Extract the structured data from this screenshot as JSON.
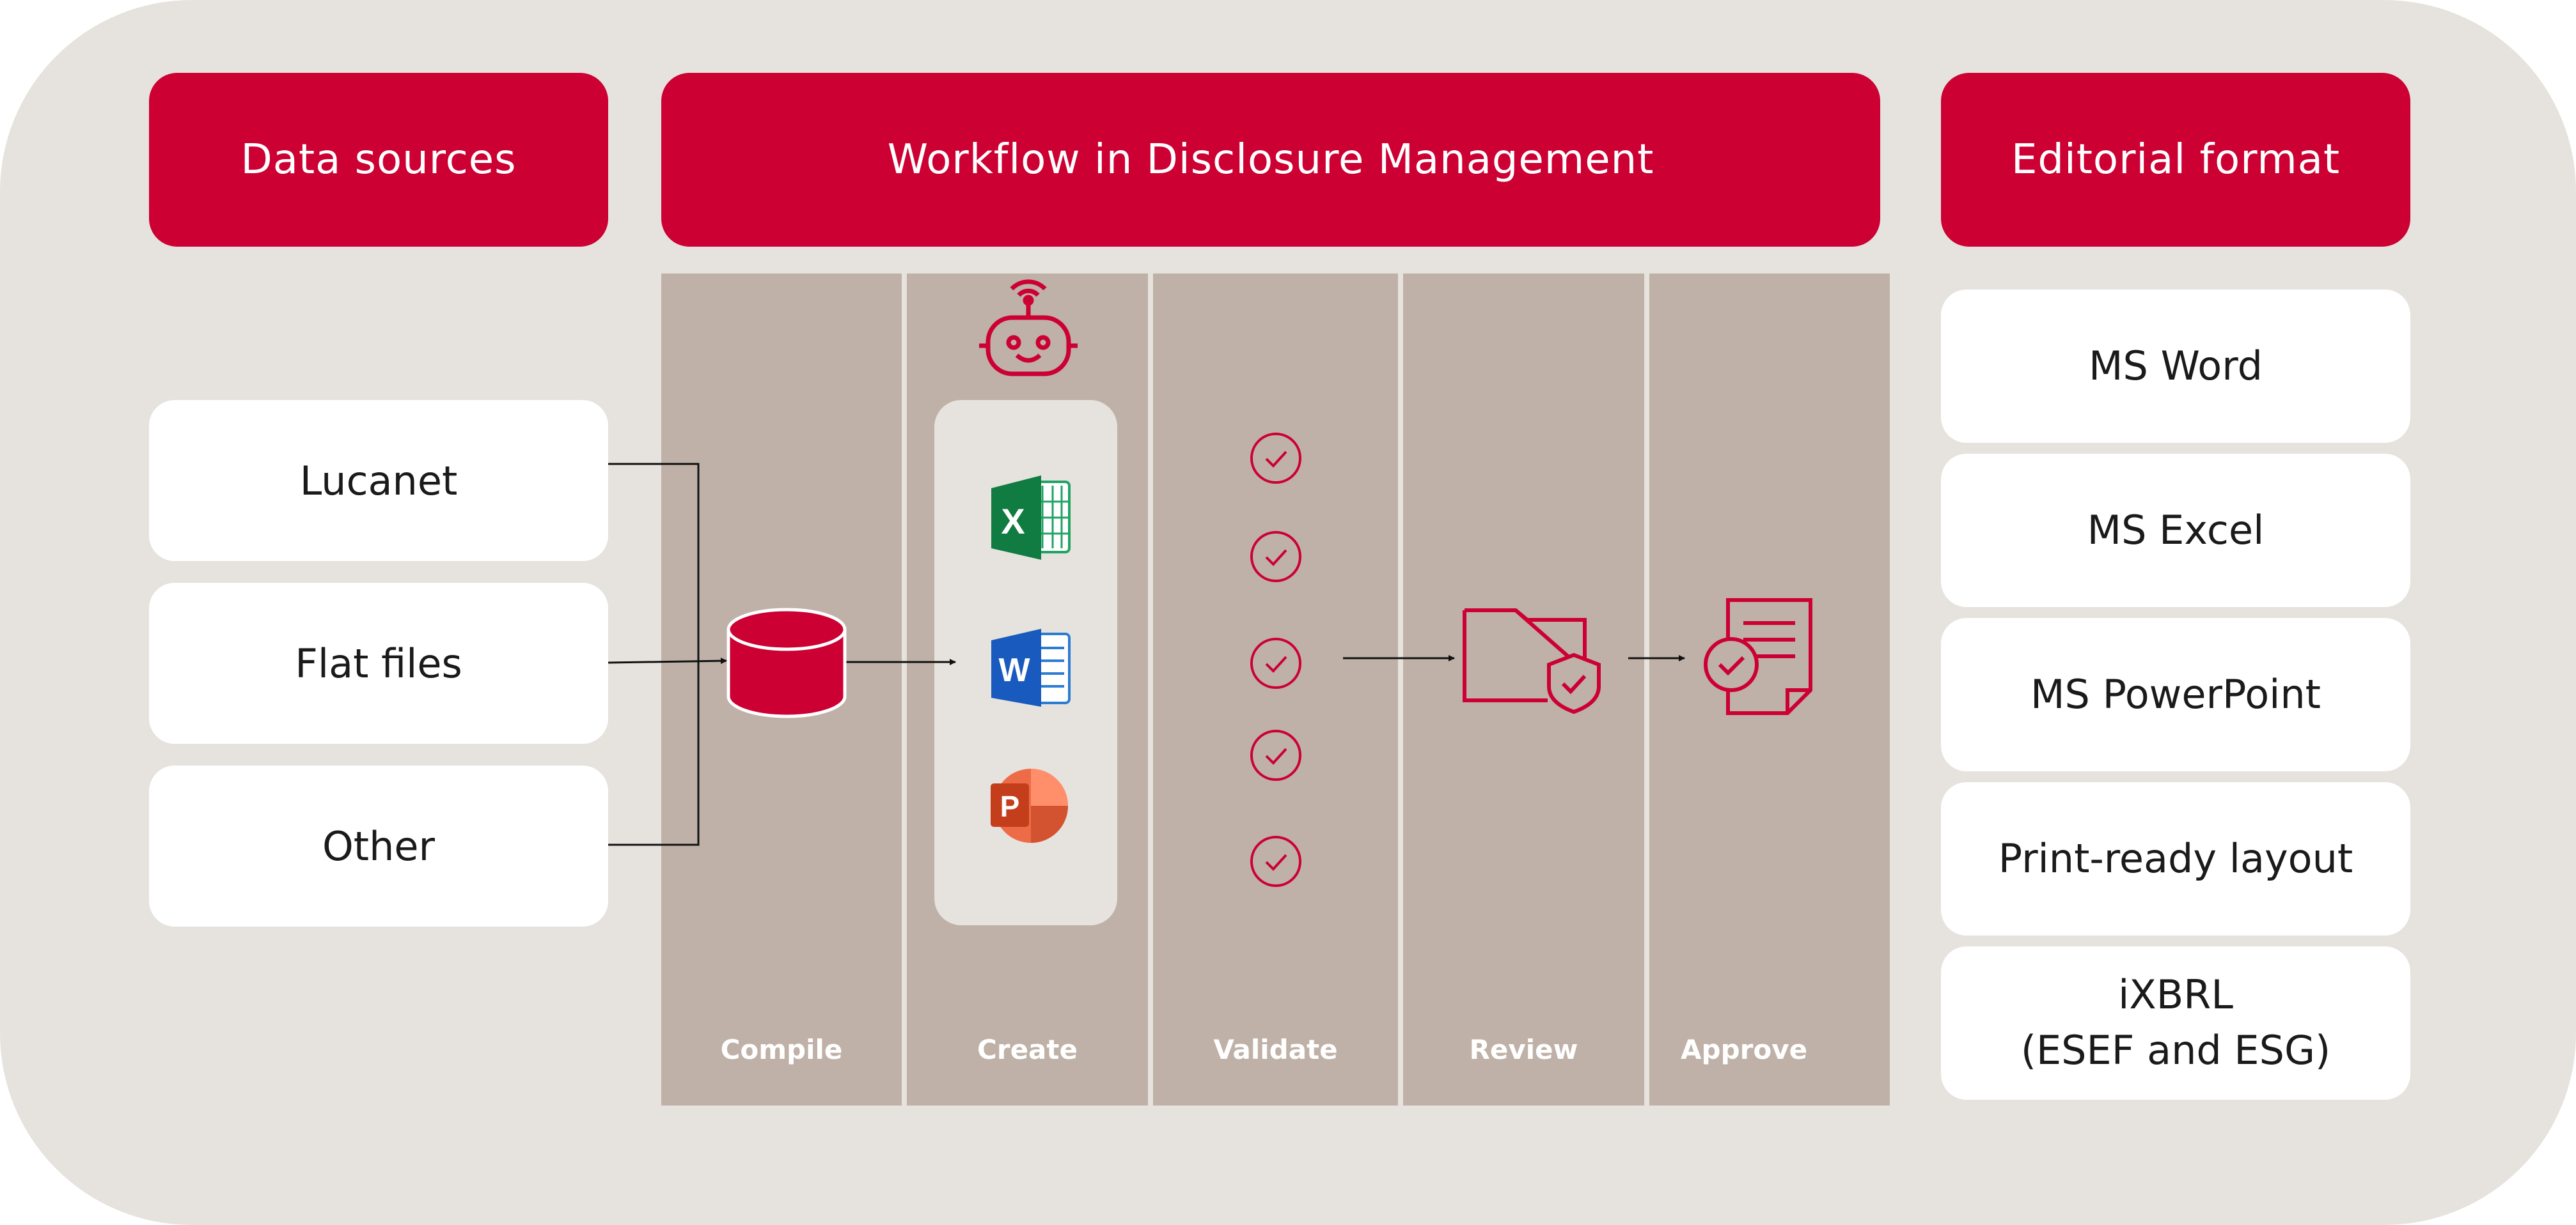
{
  "headers": {
    "data_sources": "Data sources",
    "workflow": "Workflow in Disclosure Management",
    "editorial_format": "Editorial format"
  },
  "sources": [
    {
      "label": "Lucanet",
      "icon": "lucanet-logo-icon"
    },
    {
      "label": "Flat files"
    },
    {
      "label": "Other"
    }
  ],
  "stages": [
    "Compile",
    "Create",
    "Validate",
    "Review",
    "Approve"
  ],
  "create_apps": [
    "excel-icon",
    "word-icon",
    "powerpoint-icon"
  ],
  "create_app_letters": {
    "excel": "X",
    "word": "W",
    "powerpoint": "P"
  },
  "formats": [
    "MS Word",
    "MS Excel",
    "MS PowerPoint",
    "Print-ready layout",
    "iXBRL\n(ESEF and ESG)"
  ],
  "colors": {
    "brand_red": "#cc0033",
    "background": "#e6e2dd",
    "stage_column": "#bfb1a7",
    "card": "#ffffff"
  }
}
